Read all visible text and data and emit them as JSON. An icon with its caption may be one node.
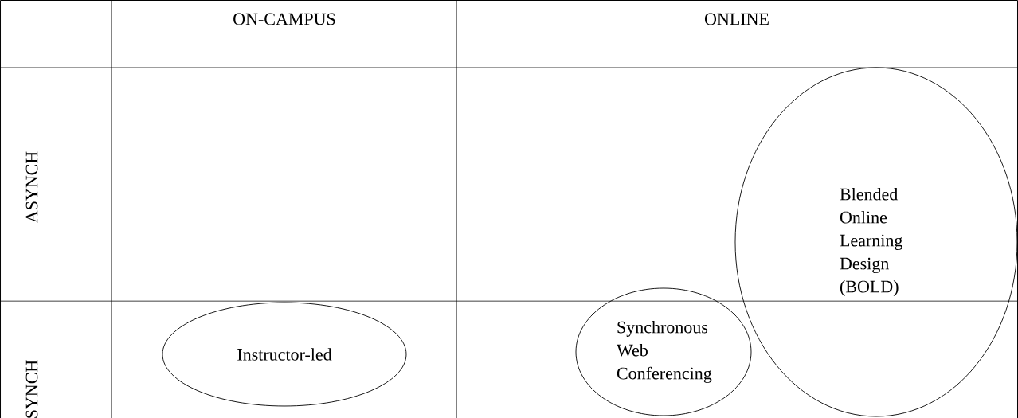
{
  "diagram": {
    "nodes": [
      {
        "text": [
          "Instructor-led"
        ]
      },
      {
        "text": [
          "Synchronous Web Conferencing"
        ]
      },
      {
        "text": [
          "Blended Online Learning Design (BOLD)"
        ]
      }
    ],
    "labels": [
      "ON-CAMPUS",
      "ONLINE",
      "ASYNCH",
      "SYNCH"
    ]
  }
}
